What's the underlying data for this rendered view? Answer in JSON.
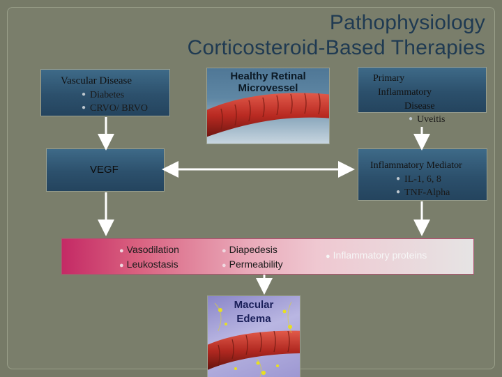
{
  "title": {
    "line1": "Pathophysiology",
    "line2": "Corticosteroid-Based Therapies"
  },
  "vascular": {
    "heading": "Vascular Disease",
    "items": [
      "Diabetes",
      "CRVO/ BRVO"
    ]
  },
  "healthy": {
    "heading_line1": "Healthy Retinal",
    "heading_line2": "Microvessel"
  },
  "primary": {
    "line1": "Primary",
    "line2": "Inflammatory",
    "line3": "Disease",
    "item": "Uveitis"
  },
  "vegf": {
    "label": "VEGF"
  },
  "mediator": {
    "heading": "Inflammatory Mediator",
    "items": [
      "IL-1, 6, 8",
      "TNF-Alpha"
    ]
  },
  "effects": {
    "left": [
      "Vasodilation",
      "Leukostasis"
    ],
    "middle": [
      "Diapedesis",
      "Permeability"
    ],
    "right": [
      "Inflammatory proteins"
    ]
  },
  "edema": {
    "line1": "Macular",
    "line2": "Edema"
  },
  "colors": {
    "teal": "#2f5673",
    "pink": "#c8306a",
    "arrow": "#ffffff",
    "title": "#1f3a52"
  }
}
